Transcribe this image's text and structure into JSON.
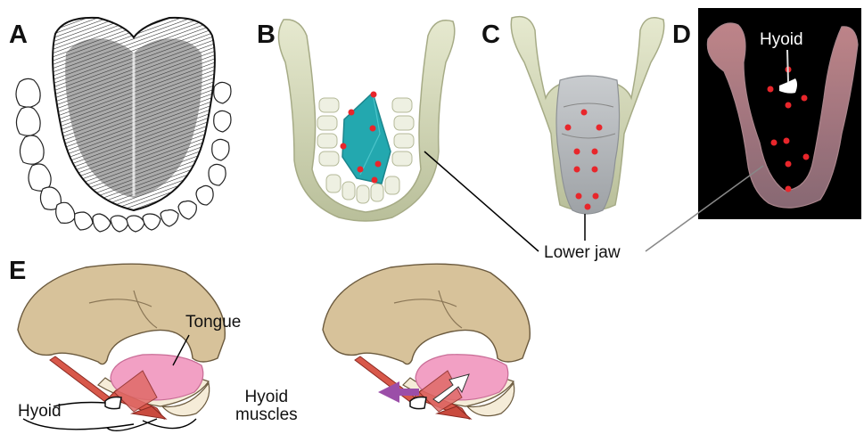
{
  "panels": {
    "a": {
      "letter": "A"
    },
    "b": {
      "letter": "B"
    },
    "c": {
      "letter": "C"
    },
    "d": {
      "letter": "D",
      "hyoid_label": "Hyoid"
    },
    "e": {
      "letter": "E"
    }
  },
  "labels": {
    "lower_jaw": "Lower jaw",
    "tongue": "Tongue",
    "hyoid": "Hyoid",
    "hyoid_muscles_line1": "Hyoid",
    "hyoid_muscles_line2": "muscles"
  },
  "colors": {
    "marker": "#e8262b",
    "bone": "#d8dcc0",
    "skull": "#d7c29a",
    "tongue": "#f2a0c4",
    "muscle": "#d8584a",
    "teal": "#1aa6ad",
    "purple_arrow": "#9b4ea8",
    "panel_d_bg": "#000000"
  }
}
